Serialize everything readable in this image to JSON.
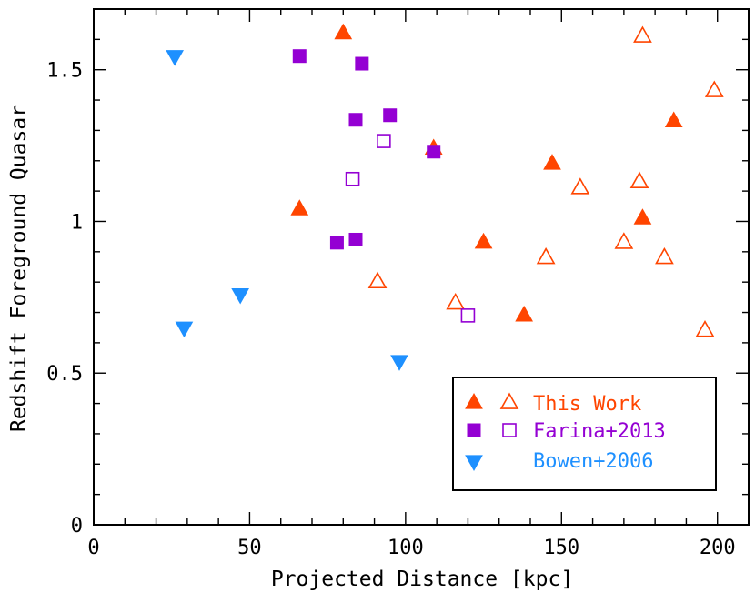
{
  "chart_data": {
    "type": "scatter",
    "xlabel": "Projected Distance [kpc]",
    "ylabel": "Redshift Foreground Quasar",
    "xlim": [
      0,
      210
    ],
    "ylim": [
      0,
      1.7
    ],
    "x_ticks": [
      {
        "value": 0,
        "label": "0"
      },
      {
        "value": 50,
        "label": "50"
      },
      {
        "value": 100,
        "label": "100"
      },
      {
        "value": 150,
        "label": "150"
      },
      {
        "value": 200,
        "label": "200"
      }
    ],
    "y_ticks": [
      {
        "value": 0,
        "label": "0"
      },
      {
        "value": 0.5,
        "label": "0.5"
      },
      {
        "value": 1,
        "label": "1"
      },
      {
        "value": 1.5,
        "label": "1.5"
      }
    ],
    "legend_position": "bottom-right",
    "series": [
      {
        "name": "This Work",
        "marker": "triangle-up-filled",
        "color": "#FF4500",
        "legend_row": 0,
        "points": [
          {
            "x": 80,
            "y": 1.62
          },
          {
            "x": 109,
            "y": 1.24
          },
          {
            "x": 186,
            "y": 1.33
          },
          {
            "x": 66,
            "y": 1.04
          },
          {
            "x": 147,
            "y": 1.19
          },
          {
            "x": 176,
            "y": 1.01
          },
          {
            "x": 125,
            "y": 0.93
          },
          {
            "x": 138,
            "y": 0.69
          }
        ]
      },
      {
        "name": "This Work",
        "marker": "triangle-up-open",
        "color": "#FF4500",
        "legend_row": 0,
        "points": [
          {
            "x": 176,
            "y": 1.61
          },
          {
            "x": 199,
            "y": 1.43
          },
          {
            "x": 156,
            "y": 1.11
          },
          {
            "x": 175,
            "y": 1.13
          },
          {
            "x": 91,
            "y": 0.8
          },
          {
            "x": 145,
            "y": 0.88
          },
          {
            "x": 170,
            "y": 0.93
          },
          {
            "x": 183,
            "y": 0.88
          },
          {
            "x": 116,
            "y": 0.73
          },
          {
            "x": 196,
            "y": 0.64
          }
        ]
      },
      {
        "name": "Farina+2013",
        "marker": "square-filled",
        "color": "#9400D3",
        "legend_row": 1,
        "points": [
          {
            "x": 66,
            "y": 1.545
          },
          {
            "x": 86,
            "y": 1.52
          },
          {
            "x": 84,
            "y": 1.335
          },
          {
            "x": 95,
            "y": 1.35
          },
          {
            "x": 109,
            "y": 1.23
          },
          {
            "x": 78,
            "y": 0.93
          },
          {
            "x": 84,
            "y": 0.94
          }
        ]
      },
      {
        "name": "Farina+2013",
        "marker": "square-open",
        "color": "#9400D3",
        "legend_row": 1,
        "points": [
          {
            "x": 93,
            "y": 1.265
          },
          {
            "x": 83,
            "y": 1.14
          },
          {
            "x": 120,
            "y": 0.69
          }
        ]
      },
      {
        "name": "Bowen+2006",
        "marker": "triangle-down-filled",
        "color": "#1E90FF",
        "legend_row": 2,
        "points": [
          {
            "x": 26,
            "y": 1.545
          },
          {
            "x": 47,
            "y": 0.76
          },
          {
            "x": 29,
            "y": 0.65
          },
          {
            "x": 98,
            "y": 0.54
          }
        ]
      }
    ]
  },
  "legend": {
    "rows": [
      {
        "label": "This Work",
        "color": "#FF4500",
        "markers": [
          "triangle-up-filled",
          "triangle-up-open"
        ]
      },
      {
        "label": "Farina+2013",
        "color": "#9400D3",
        "markers": [
          "square-filled",
          "square-open"
        ]
      },
      {
        "label": "Bowen+2006",
        "color": "#1E90FF",
        "markers": [
          "triangle-down-filled"
        ]
      }
    ]
  }
}
